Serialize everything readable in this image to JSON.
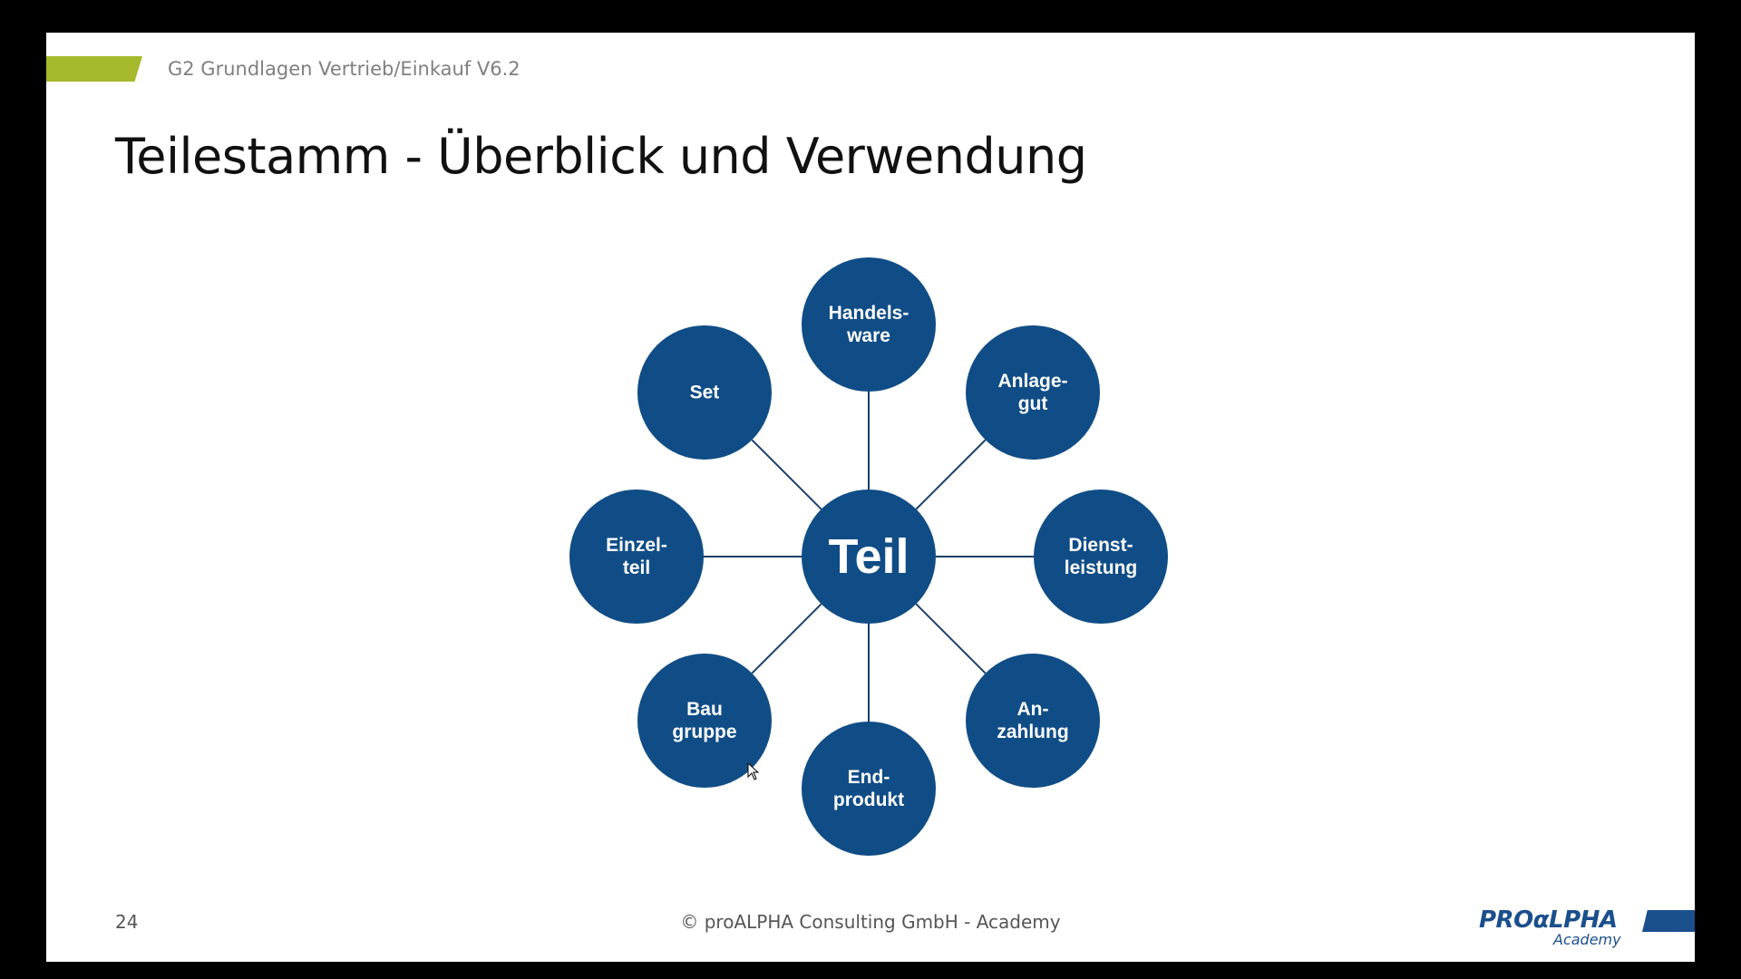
{
  "header": {
    "course_label": "G2 Grundlagen Vertrieb/Einkauf V6.2",
    "title": "Teilestamm - Überblick und Verwendung",
    "accent_color": "#a7b92c"
  },
  "diagram": {
    "node_color": "#104d86",
    "line_color": "#1a3f66",
    "center": {
      "label": "Teil"
    },
    "nodes": [
      {
        "id": "handelsware",
        "lines": [
          "Handels-",
          "ware"
        ]
      },
      {
        "id": "anlagegut",
        "lines": [
          "Anlage-",
          "gut"
        ]
      },
      {
        "id": "dienstleistung",
        "lines": [
          "Dienst-",
          "leistung"
        ]
      },
      {
        "id": "anzahlung",
        "lines": [
          "An-",
          "zahlung"
        ]
      },
      {
        "id": "endprodukt",
        "lines": [
          "End-",
          "produkt"
        ]
      },
      {
        "id": "baugruppe",
        "lines": [
          "Bau",
          "gruppe"
        ]
      },
      {
        "id": "einzelteil",
        "lines": [
          "Einzel-",
          "teil"
        ]
      },
      {
        "id": "set",
        "lines": [
          "Set"
        ]
      }
    ]
  },
  "footer": {
    "page_number": "24",
    "copyright": "© proALPHA Consulting GmbH - Academy",
    "logo_text": "PROαLPHA",
    "logo_subtext": "Academy",
    "logo_color": "#1b4f8c"
  }
}
